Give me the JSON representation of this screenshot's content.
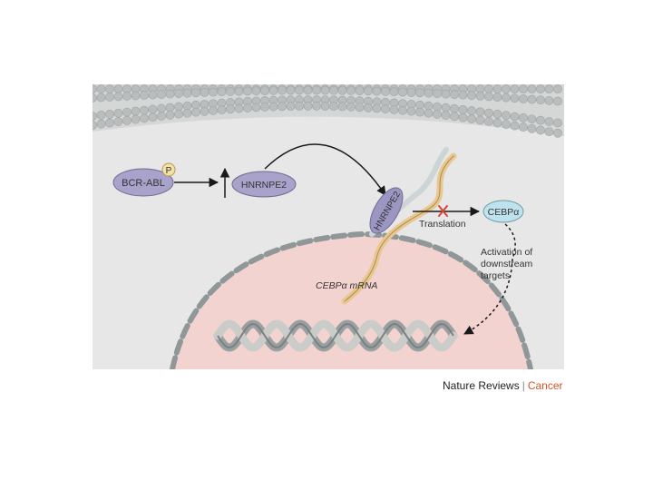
{
  "diagram": {
    "nodes": {
      "bcr_abl": "BCR-ABL",
      "phospho": "P",
      "hnrnpe2_upper": "HNRNPE2",
      "hnrnpe2_bound": "HNRNPE2",
      "cebpa": "CEBPα"
    },
    "labels": {
      "translation": "Translation",
      "activation_line1": "Activation of",
      "activation_line2": "downstream",
      "activation_line3": "targets",
      "mrna": "CEBPα mRNA"
    }
  },
  "credit": {
    "publication": "Nature Reviews",
    "separator": "|",
    "journal": "Cancer"
  },
  "colors": {
    "membrane": "#b9bdbd",
    "cytoplasm": "#e6e7e6",
    "nucleus": "#f3d3cf",
    "protein_purple": "#a9a3cc",
    "cebpa_blue": "#bfe3ee",
    "rna_tan": "#e8c892",
    "inhibit_red": "#d9443a",
    "journal_orange": "#d4541f"
  }
}
